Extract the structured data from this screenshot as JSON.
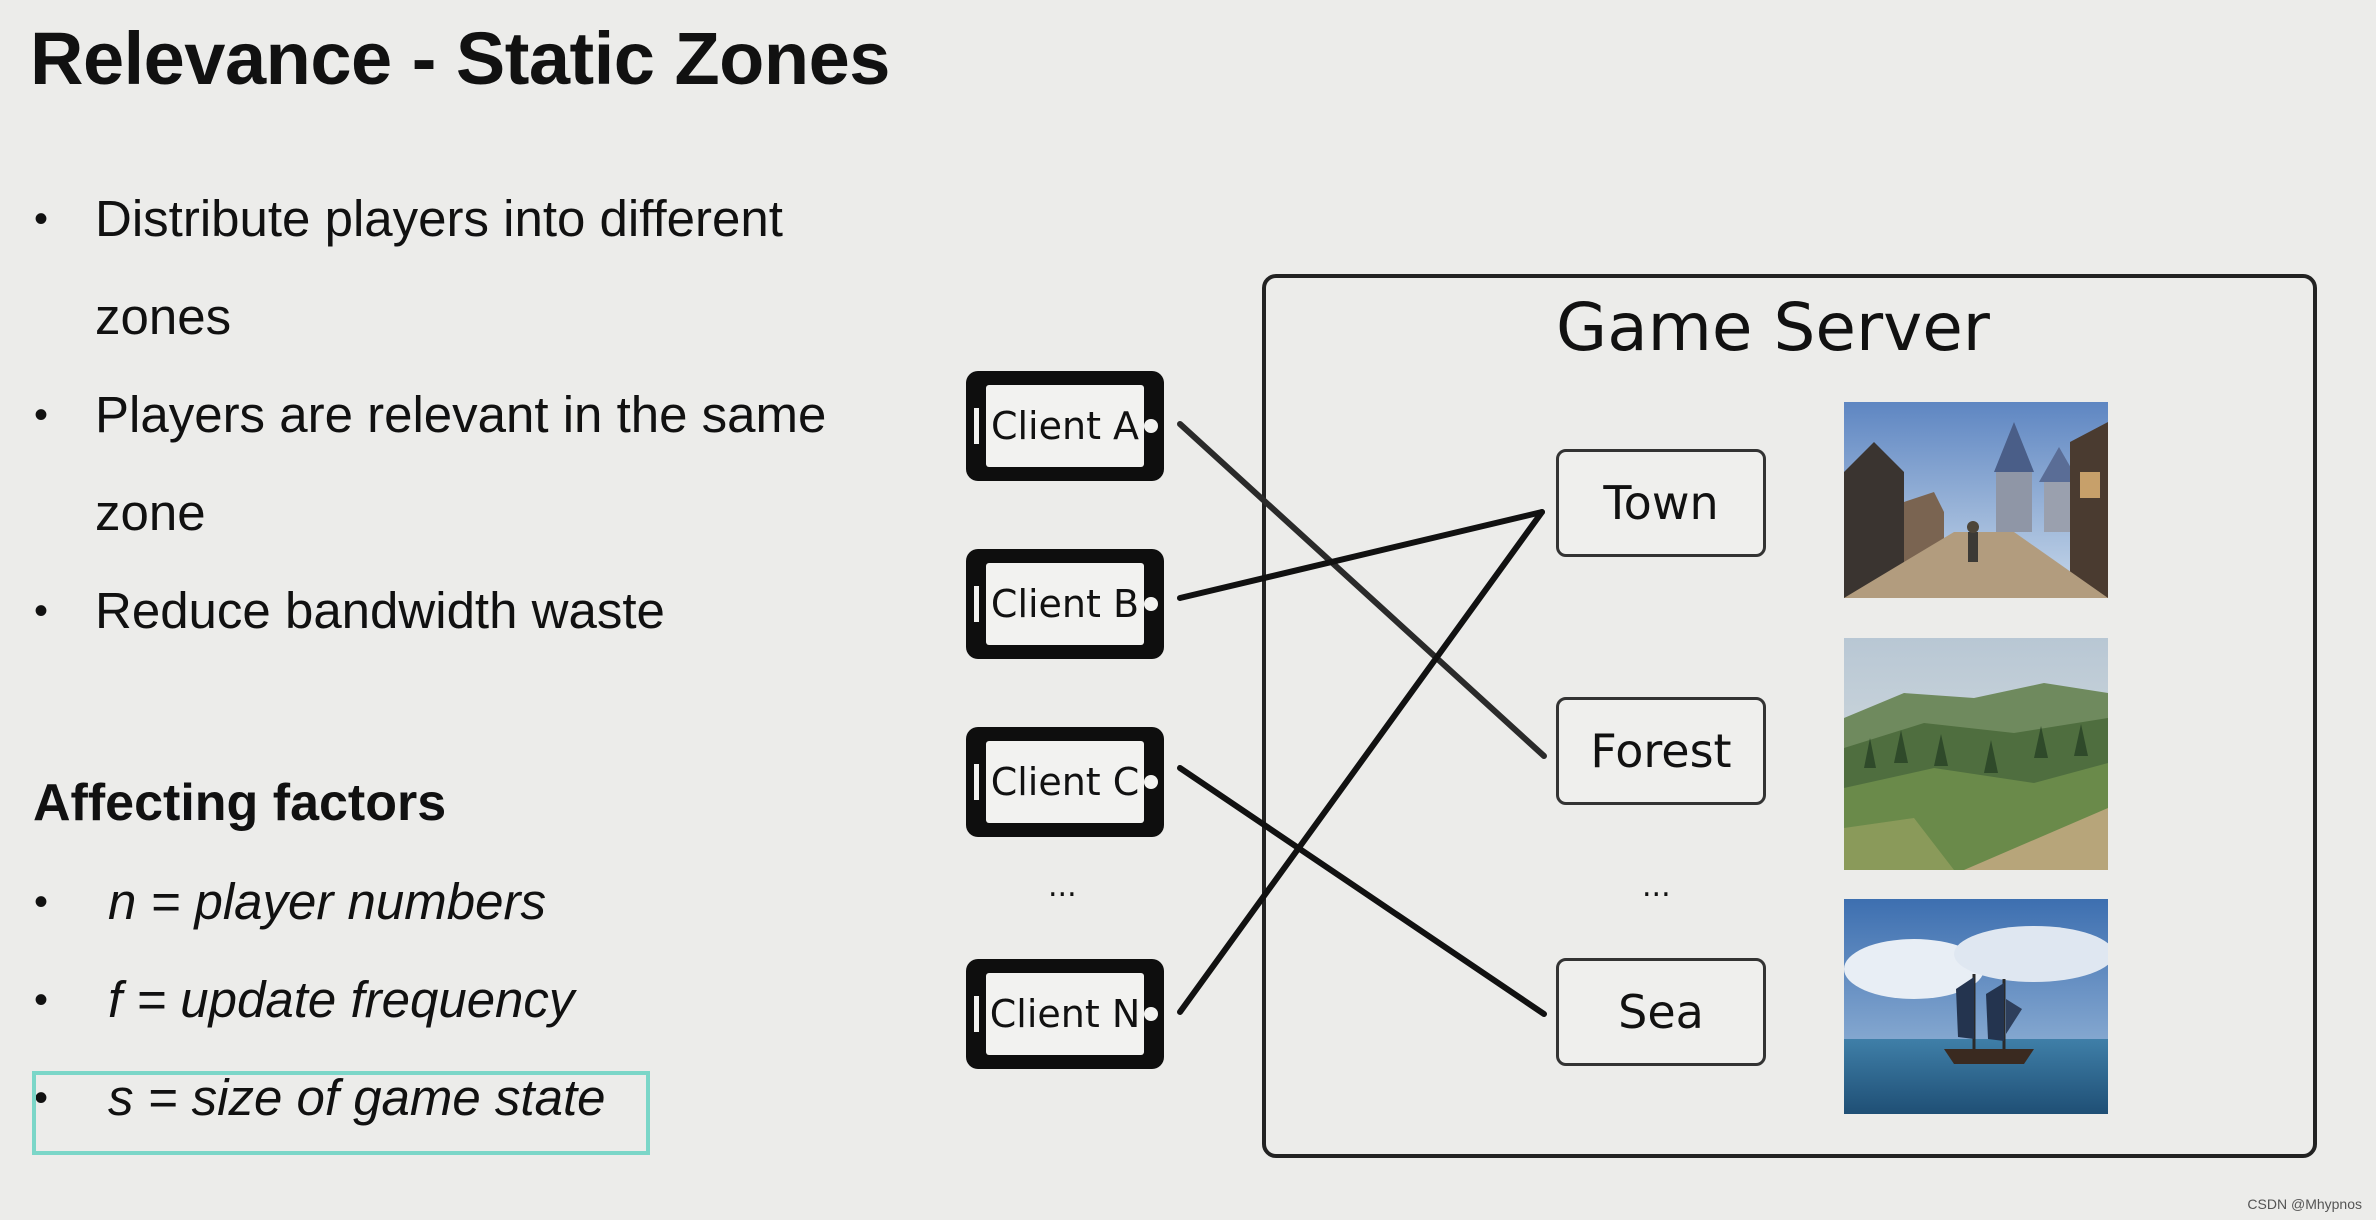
{
  "slide": {
    "title": "Relevance - Static Zones",
    "bullets": [
      "Distribute players into different zones",
      "Players are relevant in the same zone",
      "Reduce bandwidth waste"
    ],
    "factors_heading": "Affecting factors",
    "factors": [
      "n = player numbers",
      "f = update frequency",
      "s = size of game state"
    ],
    "highlight_color": "#7bd6c8"
  },
  "diagram": {
    "server_title": "Game Server",
    "clients": [
      "Client A",
      "Client B",
      "Client C",
      "Client N"
    ],
    "zones": [
      "Town",
      "Forest",
      "Sea"
    ],
    "ellipsis": "...",
    "connections": [
      {
        "from": "Client A",
        "to": "Forest"
      },
      {
        "from": "Client B",
        "to": "Town"
      },
      {
        "from": "Client C",
        "to": "Sea"
      },
      {
        "from": "Client N",
        "to": "Town"
      }
    ],
    "images": [
      "town-image",
      "forest-image",
      "sea-image"
    ]
  },
  "credit": "CSDN @Mhypnos"
}
